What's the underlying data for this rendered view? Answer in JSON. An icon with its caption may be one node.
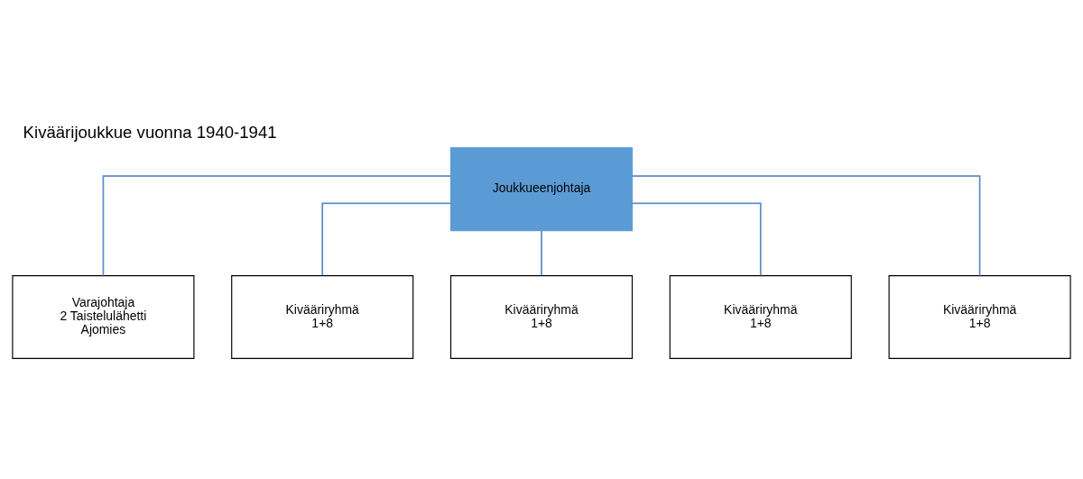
{
  "diagram": {
    "title": "Kiväärijoukkue vuonna 1940-1941",
    "nodes": [
      {
        "text": [
          "Joukkueenjohtaja"
        ]
      },
      {
        "text": [
          "Varajohtaja",
          "2 Taistelulähetti",
          "Ajomies"
        ]
      },
      {
        "text": [
          "Kivääriryhmä",
          "1+8"
        ]
      },
      {
        "text": [
          "Kivääriryhmä",
          "1+8"
        ]
      },
      {
        "text": [
          "Kivääriryhmä",
          "1+8"
        ]
      },
      {
        "text": [
          "Kivääriryhmä",
          "1+8"
        ]
      }
    ],
    "edges": [
      {
        "from": 0,
        "to": 1,
        "arrow": "none"
      },
      {
        "from": 0,
        "to": 2,
        "arrow": "none"
      },
      {
        "from": 0,
        "to": 3,
        "arrow": "none"
      },
      {
        "from": 0,
        "to": 4,
        "arrow": "none"
      },
      {
        "from": 0,
        "to": 5,
        "arrow": "none"
      }
    ]
  }
}
